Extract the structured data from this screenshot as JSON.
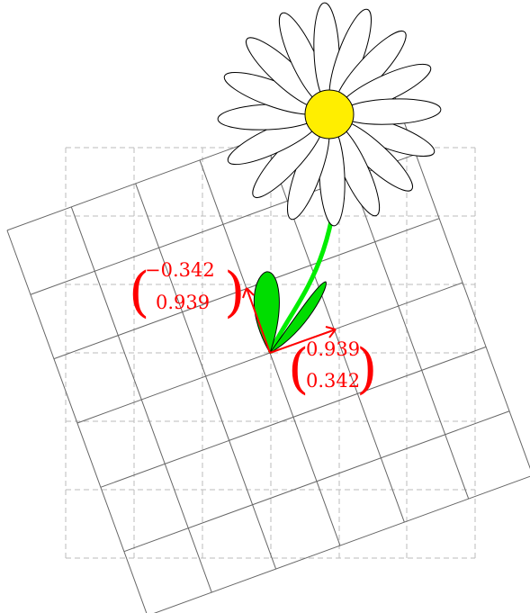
{
  "vector_left": {
    "x": "−0.342",
    "y": "0.939"
  },
  "vector_right": {
    "x": "0.939",
    "y": "0.342"
  },
  "colors": {
    "vector": "#ff0000",
    "petal_center": "#ffee00",
    "stem": "#00ee00",
    "leaf": "#00cc00",
    "grid_rotated": "#666666",
    "grid_background": "#bbbbbb"
  }
}
